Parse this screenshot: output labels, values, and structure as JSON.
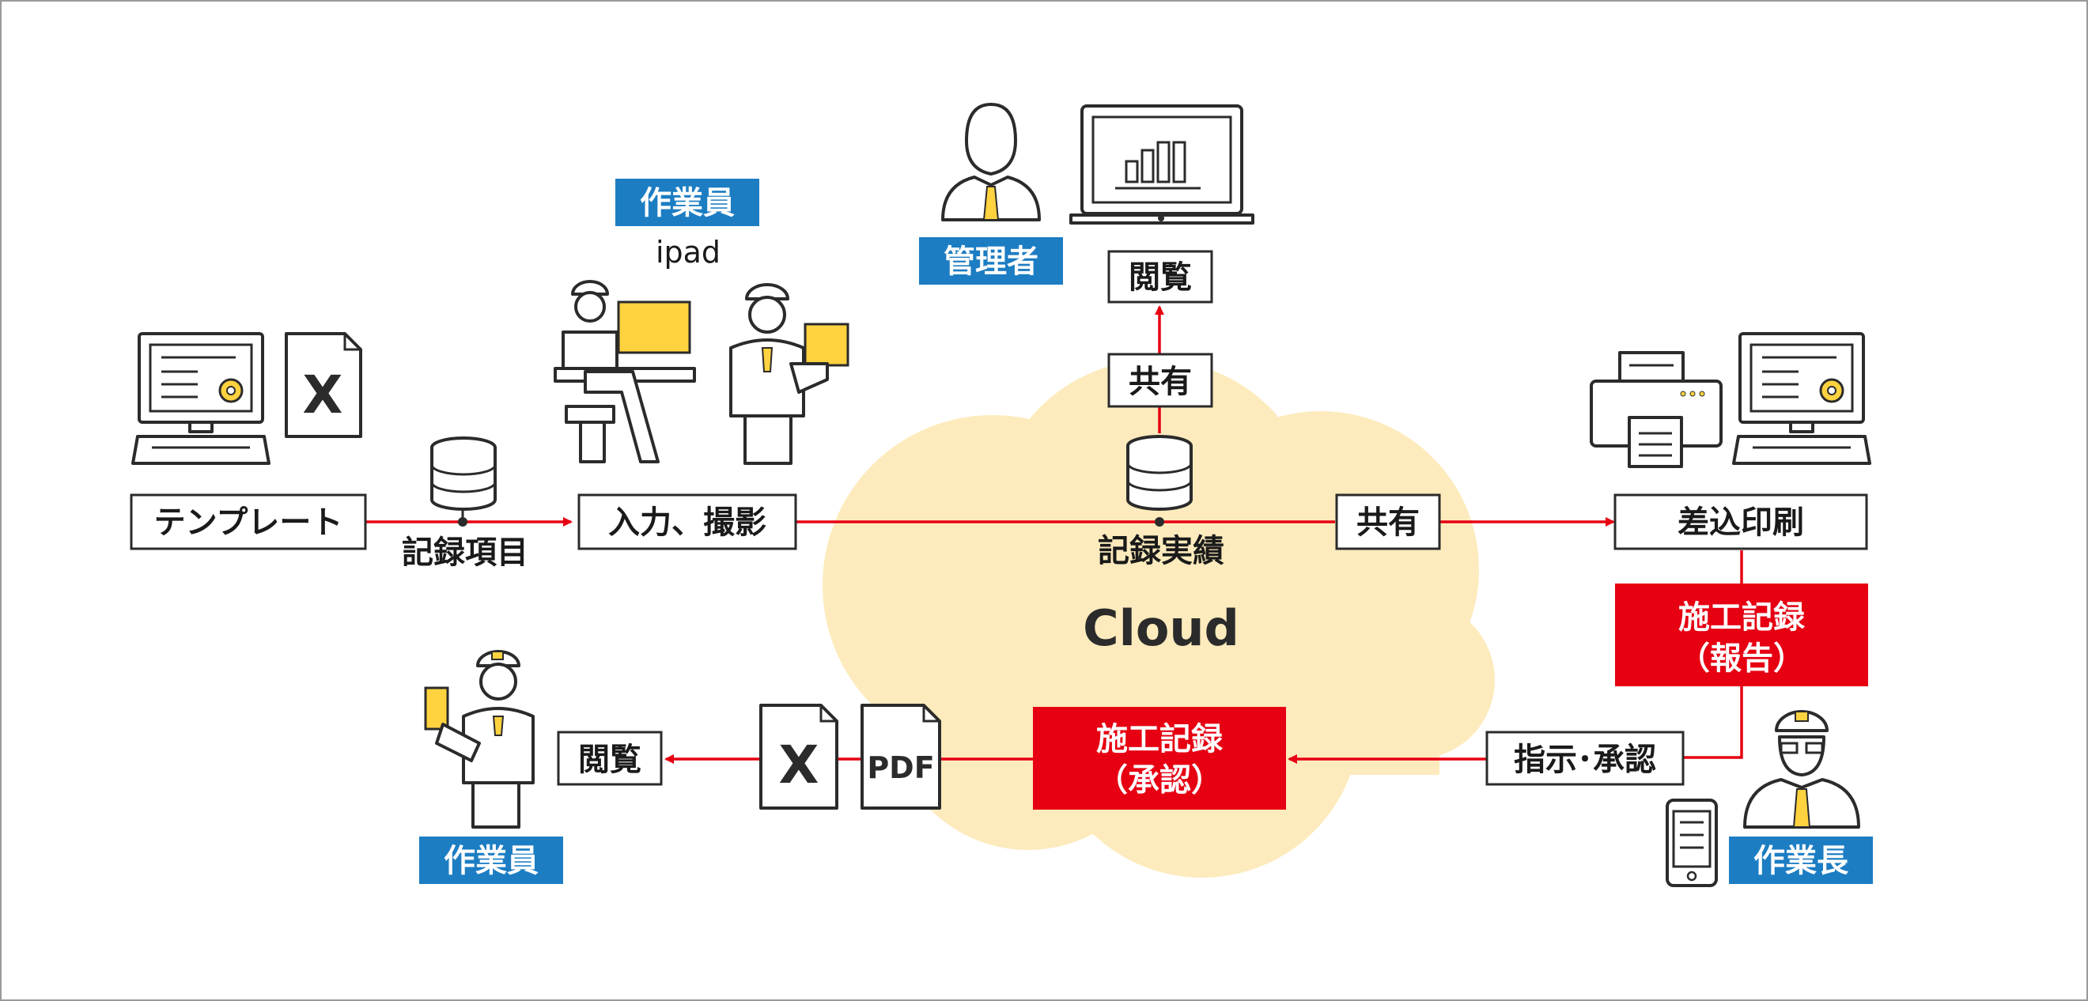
{
  "colors": {
    "accent_red": "#e60012",
    "role_blue": "#1c7dc3",
    "cloud_fill": "#fdebbd",
    "highlight_yellow": "#ffd23f"
  },
  "cloud_label": "Cloud",
  "nodes": {
    "template": "テンプレート",
    "record_items": "記録項目",
    "input_photo": "入力、撮影",
    "record_results": "記録実績",
    "share_center": "共有",
    "share_top": "共有",
    "view_top": "閲覧",
    "merge_print": "差込印刷",
    "construction_report_line1": "施工記録",
    "construction_report_line2": "（報告）",
    "instruction_approval": "指示･承認",
    "construction_approval_line1": "施工記録",
    "construction_approval_line2": "（承認）",
    "view_bottom": "閲覧",
    "pdf_label": "PDF",
    "excel_label_top": "X",
    "excel_label_bottom": "X"
  },
  "roles": {
    "worker_top": "作業員",
    "ipad": "ipad",
    "manager": "管理者",
    "worker_bottom": "作業員",
    "foreman": "作業長"
  },
  "icons": [
    "computer-monitor-icon",
    "excel-file-icon",
    "database-icon",
    "worker-at-desk-icon",
    "worker-with-tablet-icon",
    "manager-person-icon",
    "laptop-chart-icon",
    "printer-icon",
    "foreman-person-icon",
    "smartphone-icon",
    "pdf-file-icon",
    "cloud-shape"
  ]
}
